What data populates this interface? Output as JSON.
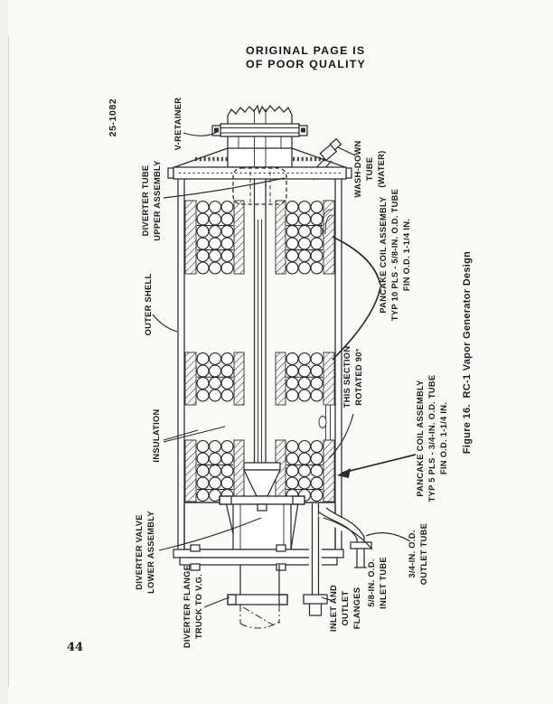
{
  "colors": {
    "paper": "#fafaf8",
    "ink": "#2b2b2b"
  },
  "page": {
    "stamp_line1": "ORIGINAL PAGE IS",
    "stamp_line2": "OF POOR QUALITY",
    "page_number": "44",
    "drawing_number": "25-1082"
  },
  "figure": {
    "caption": "Figure 16.  RC-1 Vapor Generator Design",
    "labels": [
      {
        "id": "v-retainer",
        "lines": [
          "V-RETAINER"
        ]
      },
      {
        "id": "wash-down-tube",
        "lines": [
          "WASH-DOWN",
          "TUBE",
          "(WATER)"
        ]
      },
      {
        "id": "diverter-tube-upper-assembly",
        "lines": [
          "DIVERTER TUBE",
          "UPPER ASSEMBLY"
        ]
      },
      {
        "id": "outer-shell",
        "lines": [
          "OUTER SHELL"
        ]
      },
      {
        "id": "pancake-coil-assembly-typ10",
        "lines": [
          "PANCAKE COIL ASSEMBLY",
          "TYP 10 PLS - 5/8-IN. O.D. TUBE",
          "FIN O.D. 1-1/4 IN."
        ]
      },
      {
        "id": "this-section-rotated",
        "lines": [
          "THIS SECTION",
          "ROTATED 90°"
        ]
      },
      {
        "id": "insulation",
        "lines": [
          "INSULATION"
        ]
      },
      {
        "id": "pancake-coil-assembly-typ5",
        "lines": [
          "PANCAKE COIL ASSEMBLY",
          "TYP 5 PLS - 3/4-IN. O.D. TUBE",
          "FIN O.D. 1-1/4 IN."
        ]
      },
      {
        "id": "diverter-valve-lower-assembly",
        "lines": [
          "DIVERTER VALVE",
          "LOWER ASSEMBLY"
        ]
      },
      {
        "id": "diverter-flange-truck",
        "lines": [
          "DIVERTER FLANGE",
          "TRUCK TO V.G."
        ]
      },
      {
        "id": "inlet-outlet-flanges",
        "lines": [
          "INLET AND",
          "OUTLET",
          "FLANGES"
        ]
      },
      {
        "id": "inlet-tube",
        "lines": [
          "5/8-IN. O.D.",
          "INLET TUBE"
        ]
      },
      {
        "id": "outlet-tube",
        "lines": [
          "3/4-IN. O.D.",
          "OUTLET TUBE"
        ]
      }
    ]
  }
}
